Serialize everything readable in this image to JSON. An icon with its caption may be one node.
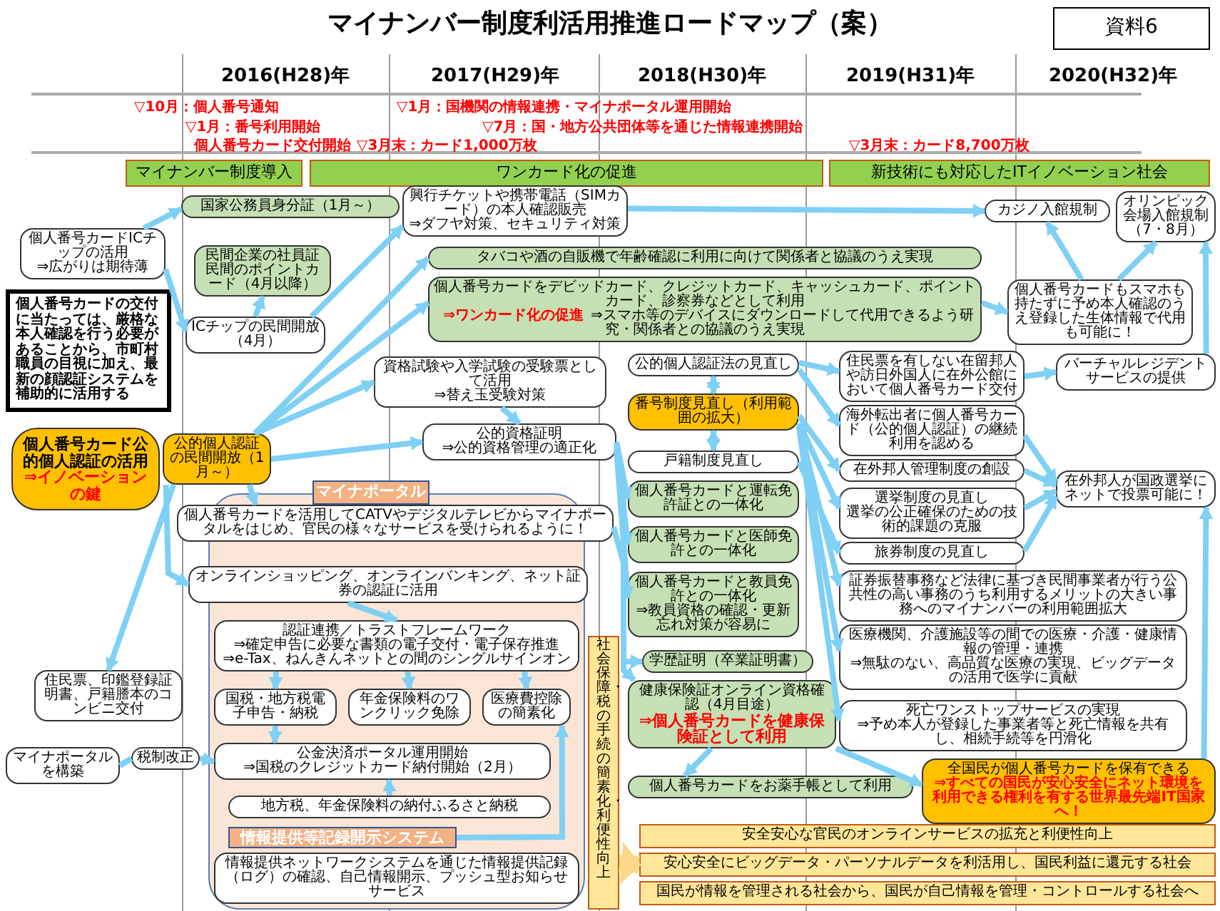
{
  "diagram": {
    "title": "マイナンバー制度利活用推進ロードマップ（案）",
    "nodes": [
      {
        "text": [
          "資料6"
        ]
      },
      {
        "text": [
          "マイナンバー制度導入"
        ]
      },
      {
        "text": [
          "ワンカード化の促進"
        ]
      },
      {
        "text": [
          "新技術にも対応したITイノベーション社会"
        ]
      },
      {
        "text": [
          "国家公務員身分証（1月～）"
        ]
      },
      {
        "text": [
          "興行チケットや携帯電話（SIMカード）の本人確認販売",
          "⇒ダフヤ対策、セキュリティ対策"
        ]
      },
      {
        "text": [
          "カジノ入館規制"
        ]
      },
      {
        "text": [
          "オリンピック会場入館規制（7・8月）"
        ]
      },
      {
        "text": [
          "個人番号カードICチップの活用",
          "⇒広がりは期待薄"
        ]
      },
      {
        "text": [
          "民間企業の社員証民間のポイントカード（4月以降）"
        ]
      },
      {
        "text": [
          "タバコや酒の自販機で年齢確認に利用に向けて関係者と協議のうえ実現"
        ]
      },
      {
        "text": [
          "個人番号カードをデビッドカード、クレジットカード、キャッシュカード、ポイントカード、診察券などとして利用",
          "⇒ワンカード化の促進",
          "⇒スマホ等のデバイスにダウンロードして代用できるよう研究・関係者との協議のうえ実現"
        ]
      },
      {
        "text": [
          "個人番号カードもスマホも持たずに予め本人確認のうえ登録した生体情報で代用も可能に！"
        ]
      },
      {
        "text": [
          "個人番号カードの交付に当たっては、厳格な本人確認を行う必要があることから、市町村職員の目視に加え、最新の顔認証システムを補助的に活用する"
        ]
      },
      {
        "text": [
          "ICチップの民間開放（4月）"
        ]
      },
      {
        "text": [
          "資格試験や入学試験の受験票として活用",
          "⇒替え玉受験対策"
        ]
      },
      {
        "text": [
          "公的個人認証法の見直し"
        ]
      },
      {
        "text": [
          "住民票を有しない在留邦人や訪日外国人に在外公館において個人番号カード交付"
        ]
      },
      {
        "text": [
          "バーチャルレジデントサービスの提供"
        ]
      },
      {
        "text": [
          "海外転出者に個人番号カード（公的個人認証）の継続利用を認める"
        ]
      },
      {
        "text": [
          "番号制度見直し（利用範囲の拡大）"
        ]
      },
      {
        "text": [
          "在外邦人管理制度の創設"
        ]
      },
      {
        "text": [
          "戸籍制度見直し"
        ]
      },
      {
        "text": [
          "個人番号カード公的個人認証の活用",
          "⇒イノベーションの鍵"
        ]
      },
      {
        "text": [
          "公的個人認証の民間開放（1月～）"
        ]
      },
      {
        "text": [
          "公的資格証明",
          "⇒公的資格管理の適正化"
        ]
      },
      {
        "text": [
          "選挙制度の見直し",
          "選挙の公正確保のための技術的課題の克服"
        ]
      },
      {
        "text": [
          "在外邦人が国政選挙にネットで投票可能に！"
        ]
      },
      {
        "text": [
          "個人番号カードと運転免許証との一体化"
        ]
      },
      {
        "text": [
          "旅券制度の見直し"
        ]
      },
      {
        "text": [
          "個人番号カードと医師免許との一体化"
        ]
      },
      {
        "text": [
          "マイナポータル"
        ]
      },
      {
        "text": [
          "個人番号カードを活用してCATVやデジタルテレビからマイナポータルをはじめ、官民の様々なサービスを受けられるように！"
        ]
      },
      {
        "text": [
          "証券振替事務など法律に基づき民間事業者が行う公共性の高い事務のうち利用するメリットの大きい事務へのマイナンバーの利用範囲拡大"
        ]
      },
      {
        "text": [
          "オンラインショッピング、オンラインバンキング、ネット証券の認証に活用"
        ]
      },
      {
        "text": [
          "個人番号カードと教員免許との一体化",
          "⇒教員資格の確認・更新忘れ対策が容易に"
        ]
      },
      {
        "text": [
          "医療機関、介護施設等の間での医療・介護・健康情報の管理・連携",
          "⇒無駄のない、高品質な医療の実現、ビッグデータの活用で医学に貢献"
        ]
      },
      {
        "text": [
          "学歴証明（卒業証明書）"
        ]
      },
      {
        "text": [
          "認証連携／トラストフレームワーク",
          "⇒確定申告に必要な書類の電子交付・電子保存推進",
          "⇒e-Tax、ねんきんネットとの間のシングルサインオン"
        ],
        "in": 31
      },
      {
        "text": [
          "医療費控除の簡素化"
        ],
        "in": 31
      },
      {
        "text": [
          "死亡ワンストップサービスの実現",
          "⇒予め本人が登録した事業者等と死亡情報を共有し、相続手続等を円滑化"
        ]
      },
      {
        "text": [
          "住民票、印鑑登録証明書、戸籍謄本のコンビニ交付"
        ]
      },
      {
        "text": [
          "国税・地方税電子申告・納税"
        ],
        "in": 31
      },
      {
        "text": [
          "年金保険料のワンクリック免除"
        ],
        "in": 31
      },
      {
        "text": [
          "健康保険証オンライン資格確認（4月目途）",
          "⇒個人番号カードを健康保険証として利用"
        ]
      },
      {
        "text": [
          "全国民が個人番号カードを保有できる",
          "⇒すべての国民が安心安全にネット環境を利用できる権利を有する世界最先端IT国家へ！"
        ]
      },
      {
        "text": [
          "社会保障・税の手続の簡素化・利便性向上"
        ]
      },
      {
        "text": [
          "個人番号カードをお薬手帳として利用"
        ]
      },
      {
        "text": [
          "マイナポータルを構築"
        ]
      },
      {
        "text": [
          "税制改正"
        ]
      },
      {
        "text": [
          "公金決済ポータル運用開始",
          "⇒国税のクレジットカード納付開始（2月）"
        ],
        "in": 31
      },
      {
        "text": [
          "地方税、年金保険料の納付ふるさと納税"
        ],
        "in": 31
      },
      {
        "text": [
          "安全安心な官民のオンラインサービスの拡充と利便性向上"
        ]
      },
      {
        "text": [
          "情報提供等記録開示システム"
        ],
        "in": 31
      },
      {
        "text": [
          "安心安全にビッグデータ・パーソナルデータを利活用し、国民利益に還元する社会"
        ]
      },
      {
        "text": [
          "情報提供ネットワークシステムを通じた情報提供記録（ログ）の確認、自己情報開示、プッシュ型お知らせサービス"
        ],
        "in": 31
      },
      {
        "text": [
          "国民が情報を管理される社会から、国民が自己情報を管理・コントロールする社会へ"
        ]
      }
    ],
    "edges": [
      {
        "from": 8,
        "to": 4,
        "arrow": "to"
      },
      {
        "from": 8,
        "to": 14,
        "arrow": "to"
      },
      {
        "from": 14,
        "to": 9,
        "arrow": "to"
      },
      {
        "from": 14,
        "to": 5,
        "arrow": "to"
      },
      {
        "from": 5,
        "to": 6,
        "arrow": "to"
      },
      {
        "from": 24,
        "to": 10,
        "arrow": "to"
      },
      {
        "from": 24,
        "to": 11,
        "arrow": "to"
      },
      {
        "from": 24,
        "to": 15,
        "arrow": "to"
      },
      {
        "from": 24,
        "to": 25,
        "arrow": "to"
      },
      {
        "from": 24,
        "to": 32,
        "arrow": "to"
      },
      {
        "from": 24,
        "to": 34,
        "arrow": "to"
      },
      {
        "from": 24,
        "to": 41,
        "arrow": "to"
      },
      {
        "from": 11,
        "to": 12,
        "arrow": "to"
      },
      {
        "from": 12,
        "to": 6,
        "arrow": "to"
      },
      {
        "from": 12,
        "to": 7,
        "arrow": "to"
      },
      {
        "from": 18,
        "to": 7,
        "arrow": "to"
      },
      {
        "from": 15,
        "to": 25,
        "arrow": "to"
      },
      {
        "from": 25,
        "to": 28,
        "arrow": "to"
      },
      {
        "from": 25,
        "to": 30,
        "arrow": "to"
      },
      {
        "from": 25,
        "to": 35,
        "arrow": "to"
      },
      {
        "from": 25,
        "to": 37,
        "arrow": "to"
      },
      {
        "from": 32,
        "to": 44,
        "arrow": "to"
      },
      {
        "from": 34,
        "to": 38,
        "arrow": "to"
      },
      {
        "from": 38,
        "to": 42,
        "arrow": "to"
      },
      {
        "from": 38,
        "to": 43,
        "arrow": "to"
      },
      {
        "from": 38,
        "to": 39,
        "arrow": "to"
      },
      {
        "from": 42,
        "to": 50,
        "arrow": "to"
      },
      {
        "from": 51,
        "to": 50,
        "arrow": "to"
      },
      {
        "from": 48,
        "to": 49,
        "arrow": "none"
      },
      {
        "from": 49,
        "to": 50,
        "arrow": "to"
      },
      {
        "from": 53,
        "to": 39,
        "arrow": "to"
      },
      {
        "from": 44,
        "to": 47,
        "arrow": "to"
      },
      {
        "from": 44,
        "to": 45,
        "arrow": "to"
      },
      {
        "from": 20,
        "to": 16,
        "arrow": "both"
      },
      {
        "from": 20,
        "to": 22,
        "arrow": "both"
      },
      {
        "from": 16,
        "to": 17,
        "arrow": "to"
      },
      {
        "from": 16,
        "to": 19,
        "arrow": "to"
      },
      {
        "from": 20,
        "to": 21,
        "arrow": "to"
      },
      {
        "from": 20,
        "to": 26,
        "arrow": "to"
      },
      {
        "from": 20,
        "to": 33,
        "arrow": "to"
      },
      {
        "from": 20,
        "to": 36,
        "arrow": "to"
      },
      {
        "from": 20,
        "to": 40,
        "arrow": "to"
      },
      {
        "from": 22,
        "to": 29,
        "arrow": "to"
      },
      {
        "from": 17,
        "to": 18,
        "arrow": "to"
      },
      {
        "from": 19,
        "to": 27,
        "arrow": "to"
      },
      {
        "from": 21,
        "to": 27,
        "arrow": "to"
      },
      {
        "from": 26,
        "to": 27,
        "arrow": "to"
      },
      {
        "from": 29,
        "to": 27,
        "arrow": "to"
      },
      {
        "from": 45,
        "to": 27,
        "arrow": "to"
      },
      {
        "from": 46,
        "to": 54,
        "arrow": "to",
        "style": "thick",
        "color": "#fbd88a"
      }
    ],
    "labels": [
      "2016(H28)年",
      "2017(H29)年",
      "2018(H30)年",
      "2019(H31)年",
      "2020(H32)年",
      "▽10月：個人番号通知",
      "▽1月：国機関の情報連携・マイナポータル運用開始",
      "▽1月：番号利用開始",
      "▽7月：国・地方公共団体等を通じた情報連携開始",
      "個人番号カード交付開始",
      "▽3月末：カード1,000万枚",
      "▽3月末：カード8,700万枚"
    ]
  }
}
